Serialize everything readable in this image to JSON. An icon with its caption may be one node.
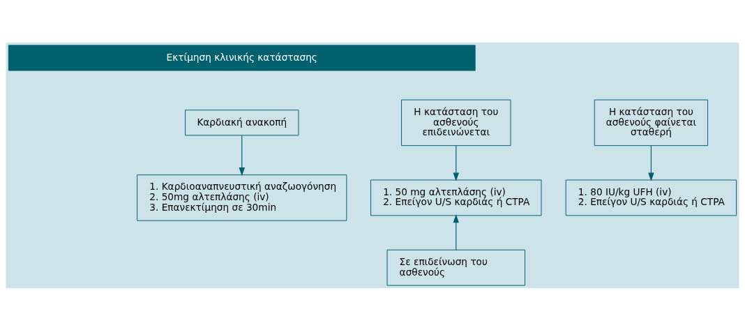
{
  "diagram": {
    "nodes": [
      {
        "text": [
          "Εκτίμηση κλινικής κατάστασης"
        ]
      },
      {
        "text": [
          "Καρδιακή ανακοπή"
        ]
      },
      {
        "text": [
          "Η κατάσταση του ασθενούς επιδεινώνεται"
        ]
      },
      {
        "text": [
          "Η κατάσταση του ασθενούς φαίνεται σταθερή"
        ]
      },
      {
        "text": [
          "1. Καρδιοαναπνευστική αναζωογόνηση",
          "2. 50mg αλτεπλάσης (iv)",
          "3. Επανεκτίμηση σε 30min"
        ]
      },
      {
        "text": [
          "1. 50 mg αλτεπλάσης (iv)",
          "2. Επείγον U/S καρδιάς ή CTPA"
        ]
      },
      {
        "text": [
          "1. 80 IU/kg UFH (iv)",
          "2. Επείγον U/S καρδιάς ή CTPA"
        ]
      },
      {
        "text": [
          "Σε επιδείνωση του ασθενούς"
        ]
      }
    ],
    "edges": [
      {
        "from": 1,
        "to": 4,
        "arrow": "to"
      },
      {
        "from": 2,
        "to": 5,
        "arrow": "to"
      },
      {
        "from": 3,
        "to": 6,
        "arrow": "to"
      },
      {
        "from": 7,
        "to": 5,
        "arrow": "to"
      }
    ]
  }
}
